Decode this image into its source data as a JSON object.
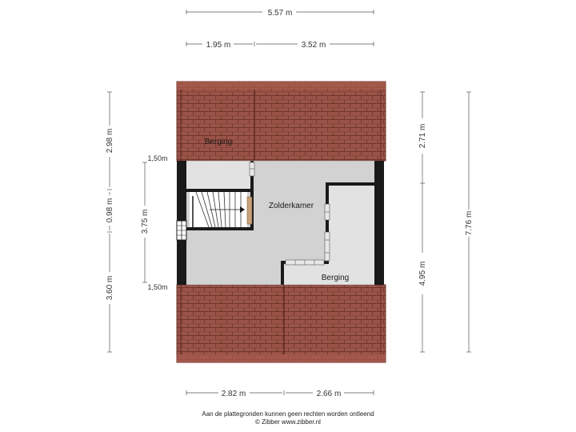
{
  "dimensions": {
    "top_total": "5.57 m",
    "top_left": "1.95 m",
    "top_right": "3.52 m",
    "bottom_left": "2.82 m",
    "bottom_right": "2.66 m",
    "left_top": "2.98 m",
    "left_middle": "0.98 m",
    "left_bottom": "3.60 m",
    "inner_left": "3.75 m",
    "height_upper": "1,50m",
    "height_lower": "1,50m",
    "right_inner_top": "2.71 m",
    "right_inner_bottom": "4.95 m",
    "right_total": "7.76 m"
  },
  "rooms": {
    "berging_top": "Berging",
    "zolderkamer": "Zolderkamer",
    "berging_bottom": "Berging"
  },
  "footer": {
    "line1": "Aan de plattegronden kunnen geen rechten worden ontleend",
    "line2": "© Zibber www.zibber.nl"
  },
  "colors": {
    "roof": "#9a5347",
    "roof_line": "#6e342b",
    "floor": "#d4d4d4",
    "floor_light": "#e3e3e3",
    "wall": "#1a1a1a",
    "dim_line": "#555555"
  }
}
